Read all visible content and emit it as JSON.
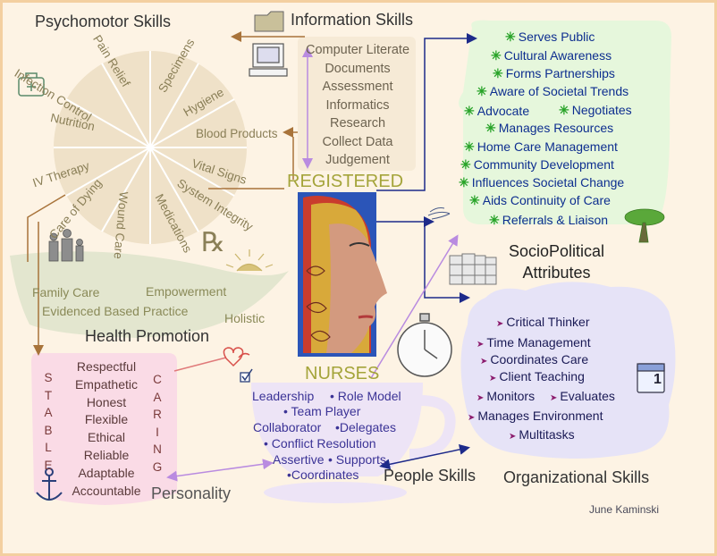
{
  "headers": {
    "psychomotor": "Psychomotor Skills",
    "information": "Information Skills",
    "sociopolitical": "SocioPolitical Attributes",
    "sociopolitical_line1": "SocioPolitical",
    "sociopolitical_line2": "Attributes",
    "health_promotion": "Health Promotion",
    "personality": "Personality",
    "people": "People Skills",
    "organizational": "Organizational Skills",
    "registered": "REGISTERED",
    "nurses": "NURSES"
  },
  "psychomotor_skills": [
    "Infection Control",
    "Pain Relief",
    "Specimens",
    "Hygiene",
    "Blood Products",
    "Vital Signs",
    "System Integrity",
    "Medications",
    "Wound Care",
    "Care of Dying",
    "IV Therapy",
    "Nutrition"
  ],
  "rx_symbol": "℞",
  "information_skills": [
    "Computer Literate",
    "Documents",
    "Assessment",
    "Informatics",
    "Research",
    "Collect Data",
    "Judgement"
  ],
  "sociopolitical_attributes": [
    "Serves Public",
    "Cultural Awareness",
    "Forms Partnerships",
    "Aware of Societal Trends",
    "Advocate",
    "Negotiates",
    "Manages Resources",
    "Home Care Management",
    "Community Development",
    "Influences Societal Change",
    "Aids Continuity of Care",
    "Referrals & Liaison"
  ],
  "health_promotion": [
    "Family Care",
    "Empowerment",
    "Evidenced Based Practice",
    "Holistic"
  ],
  "personality_traits": [
    "Respectful",
    "Empathetic",
    "Honest",
    "Flexible",
    "Ethical",
    "Reliable",
    "Adaptable",
    "Accountable"
  ],
  "stable_letters": [
    "S",
    "T",
    "A",
    "B",
    "L",
    "E"
  ],
  "caring_letters": [
    "C",
    "A",
    "R",
    "I",
    "N",
    "G"
  ],
  "people_skills": [
    "Leadership",
    "Role Model",
    "Team Player",
    "Collaborator",
    "Delegates",
    "Conflict Resolution",
    "Assertive",
    "Supports",
    "Coordinates"
  ],
  "organizational_skills": [
    "Critical Thinker",
    "Time Management",
    "Coordinates Care",
    "Client Teaching",
    "Monitors",
    "Evaluates",
    "Manages Environment",
    "Multitasks"
  ],
  "calendar_number": "1",
  "author": "June Kaminski",
  "colors": {
    "background": "#fdf3e4",
    "border": "#f3cfa0",
    "psychomotor_wheel": "#efe1c8",
    "sociopolitical_bg": "#e6f7dc",
    "organizational_bg": "#e6e3f7",
    "personality_bg": "#fadbe6",
    "health_leaf": "#e3e6cf",
    "connector_dark": "#1d2a8a",
    "connector_brown": "#a8733a",
    "connector_purple": "#b98be0"
  },
  "icons": [
    "folder-icon",
    "computer-icon",
    "first-aid-kit-icon",
    "tree-icon",
    "books-icon",
    "stopwatch-icon",
    "calendar-icon",
    "anchor-icon",
    "family-icon",
    "hearts-icon",
    "checkbox-icon",
    "nurse-face-icon",
    "sunrise-icon"
  ]
}
